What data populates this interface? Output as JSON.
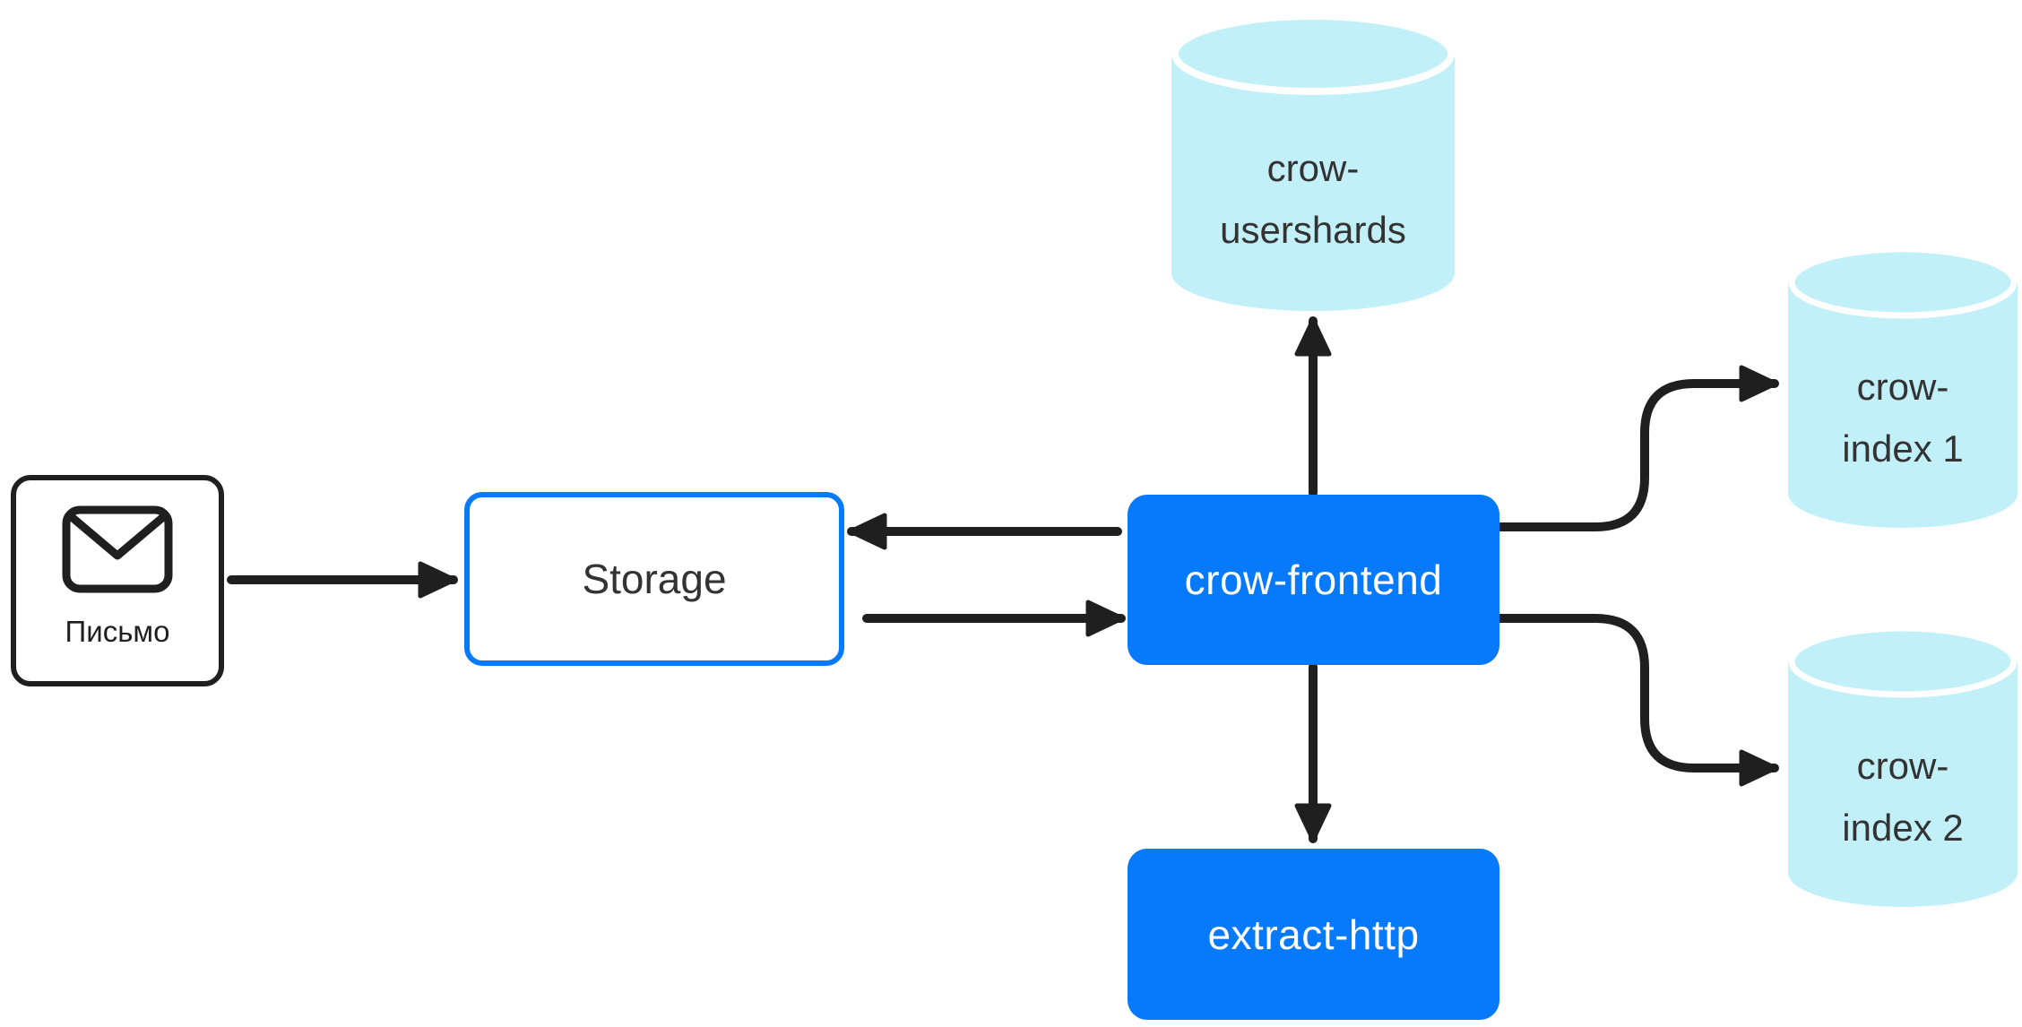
{
  "diagram": {
    "colors": {
      "accent_blue": "#0779FB",
      "cylinder_fill": "#C2F0F8",
      "line_black": "#1F1F1F",
      "text_dark": "#333333",
      "text_on_blue": "#FFFFFF",
      "background": "#FFFFFF"
    },
    "nodes": {
      "letter": {
        "label": "Письмо",
        "icon": "envelope-icon"
      },
      "storage": {
        "label": "Storage"
      },
      "crow_frontend": {
        "label": "crow-frontend"
      },
      "extract_http": {
        "label": "extract-http"
      },
      "crow_usershards": {
        "line1": "crow-",
        "line2": "usershards"
      },
      "crow_index_1": {
        "line1": "crow-",
        "line2": "index 1"
      },
      "crow_index_2": {
        "line1": "crow-",
        "line2": "index 2"
      }
    },
    "edges": [
      {
        "from": "Письмо",
        "to": "Storage"
      },
      {
        "from": "crow-frontend",
        "to": "Storage"
      },
      {
        "from": "Storage",
        "to": "crow-frontend"
      },
      {
        "from": "crow-frontend",
        "to": "crow-usershards"
      },
      {
        "from": "crow-frontend",
        "to": "extract-http"
      },
      {
        "from": "crow-frontend",
        "to": "crow-index 1"
      },
      {
        "from": "crow-frontend",
        "to": "crow-index 2"
      }
    ]
  }
}
